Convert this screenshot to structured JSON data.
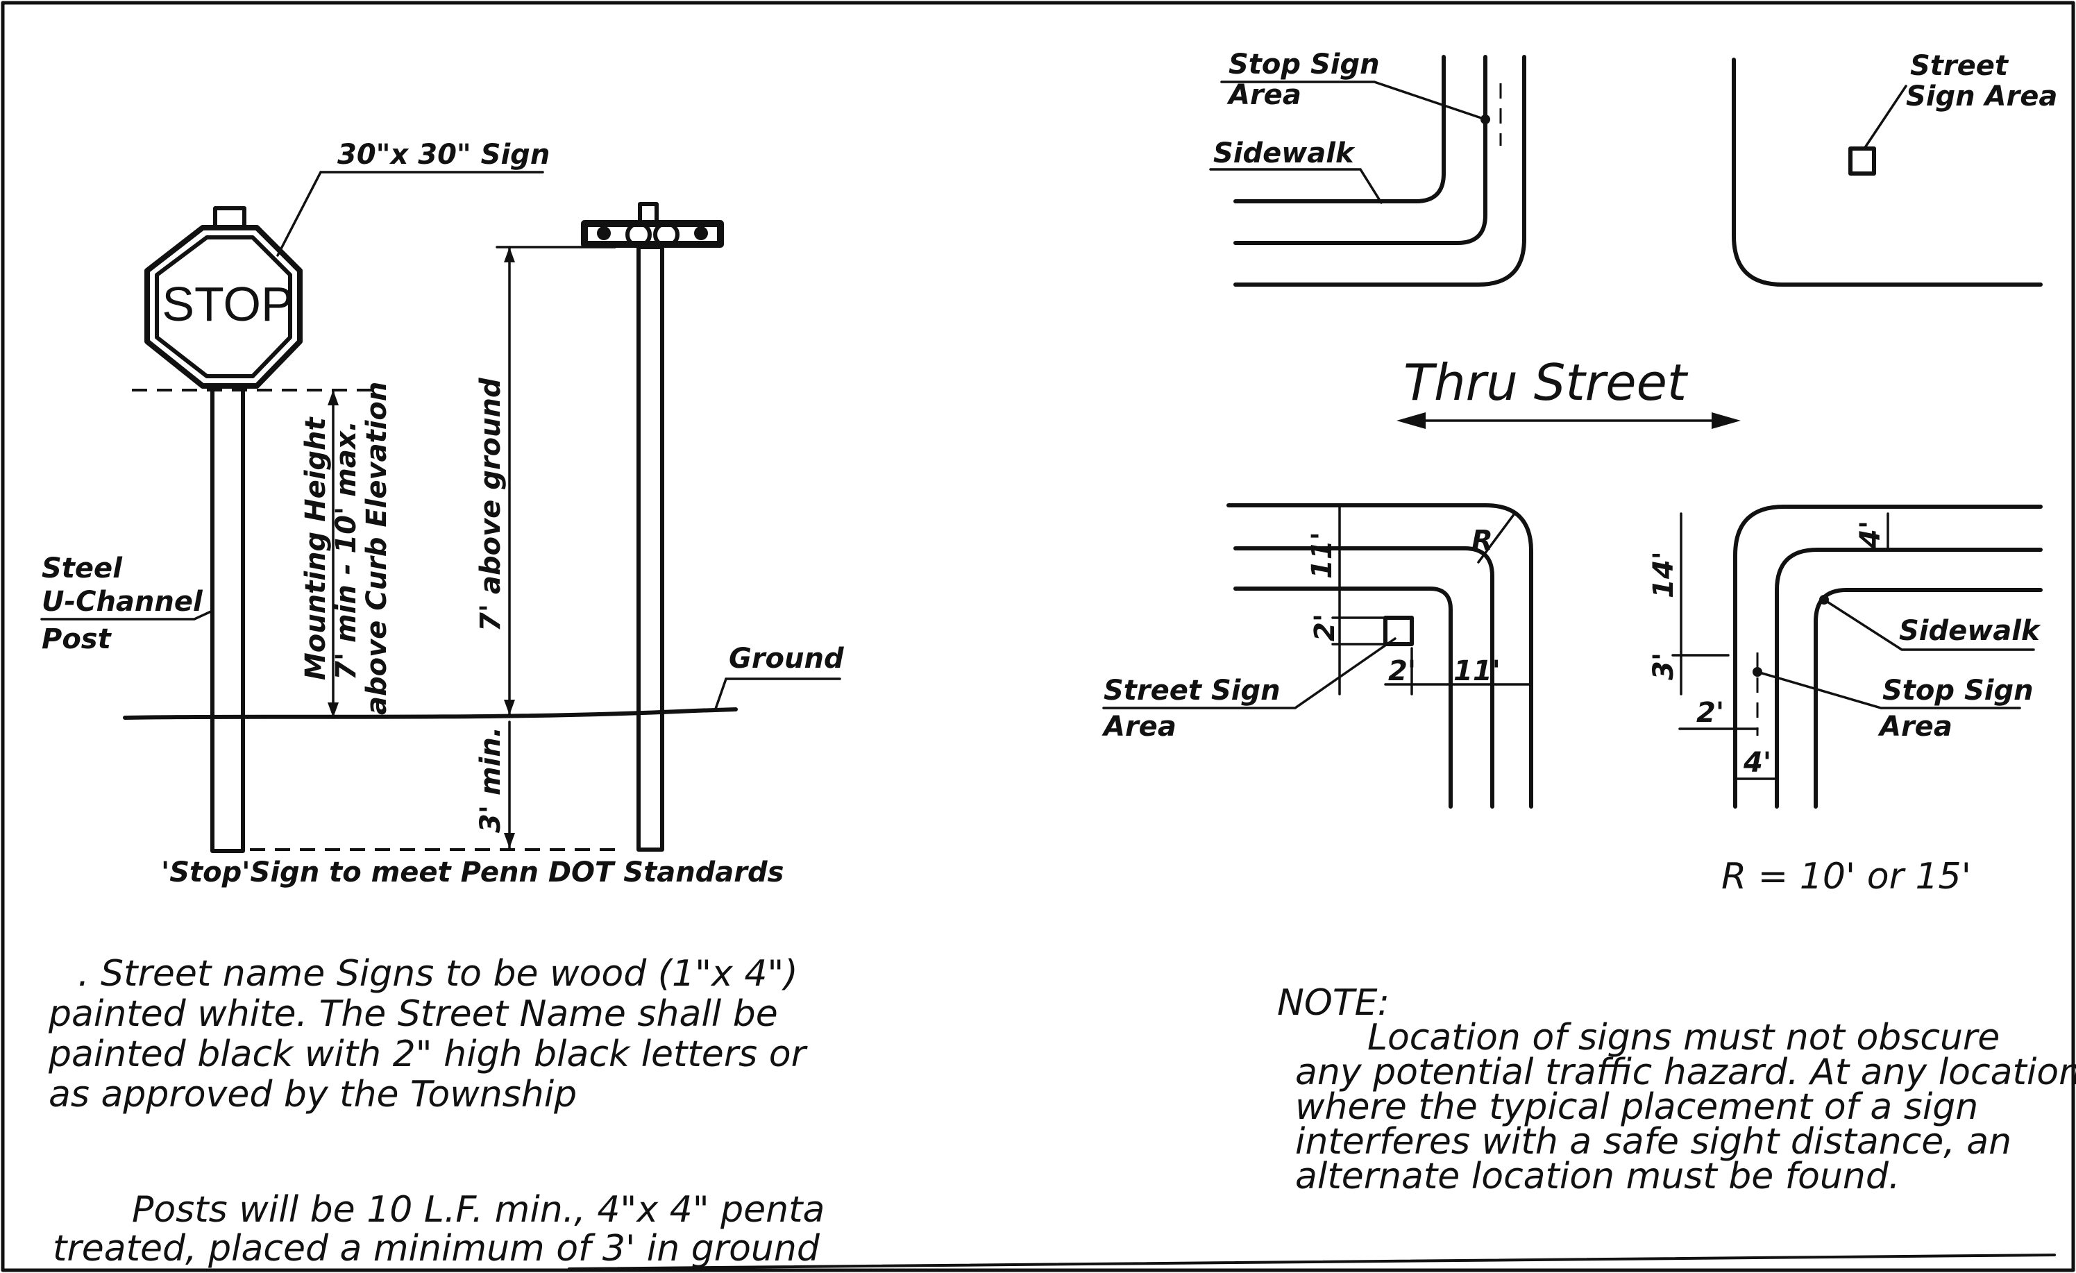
{
  "left": {
    "sign_size_label": "30\"x 30\" Sign",
    "stop_text": "STOP",
    "post_label": [
      "Steel",
      "U-Channel",
      "Post"
    ],
    "mounting_height": [
      "Mounting Height",
      "7' min - 10' max.",
      "above Curb Elevation"
    ],
    "above_ground": "7' above ground",
    "below_ground": "3' min.",
    "ground_label": "Ground",
    "standards_caption": "'Stop'Sign to meet Penn DOT Standards",
    "street_name_note": [
      ". Street name Signs to be wood (1\"x 4\")",
      "painted white. The Street Name shall be",
      "painted black with 2\" high black letters or",
      "as approved by the Township"
    ],
    "posts_note": [
      "Posts will be 10 L.F. min., 4\"x 4\" penta",
      "treated, placed a minimum of 3' in ground"
    ]
  },
  "right": {
    "stop_sign_area_top": [
      "Stop Sign",
      "Area"
    ],
    "sidewalk_top": "Sidewalk",
    "street_sign_area_top": [
      "Street",
      "Sign Area"
    ],
    "thru_street": "Thru  Street",
    "radius_label": "R",
    "dim_11_vertical": "11'",
    "dim_2_vertical": "2'",
    "dim_2_horizontal": "2'",
    "dim_11_horizontal": "11'",
    "street_sign_area_bottom": [
      "Street Sign",
      "Area"
    ],
    "dim_14": "14'",
    "dim_4_top": "4'",
    "dim_3": "3'",
    "dim_2_bottom": "2'",
    "dim_4_bottom": "4'",
    "sidewalk_bottom": "Sidewalk",
    "stop_sign_area_bottom": [
      "Stop Sign",
      "Area"
    ],
    "radius_note": "R = 10' or 15'",
    "note_title": "NOTE:",
    "note_lines": [
      "Location of signs must not obscure",
      "any potential traffic hazard. At any location",
      "where the typical placement of a sign",
      "interferes with a safe sight distance, an",
      "alternate location must be found."
    ]
  }
}
